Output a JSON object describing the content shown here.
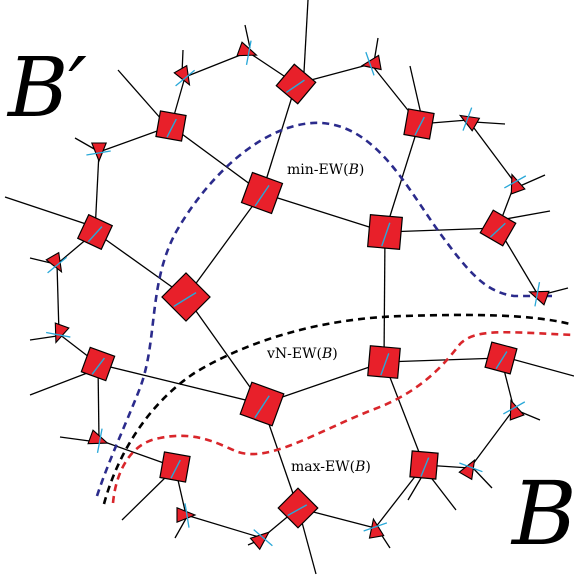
{
  "diagram": {
    "region_label_left": "B′",
    "region_label_right": "B",
    "cuts": {
      "min": {
        "prefix": "min-EW(",
        "var": "B",
        "suffix": ")",
        "color": "#2b2b8c"
      },
      "vn": {
        "prefix": "vN-EW(",
        "var": "B",
        "suffix": ")",
        "color": "#000000"
      },
      "max": {
        "prefix": "max-EW(",
        "var": "B",
        "suffix": ")",
        "color": "#d9262b"
      }
    },
    "colors": {
      "tensor_fill": "#e8202a",
      "tensor_stroke": "#000000",
      "leg_stroke": "#000000",
      "physical_leg": "#29a8d8"
    }
  }
}
